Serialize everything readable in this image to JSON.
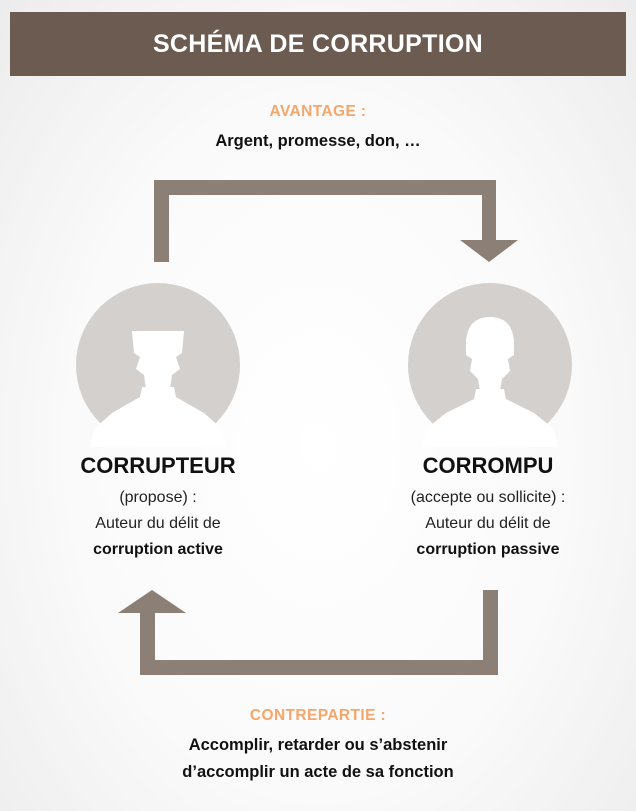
{
  "header": {
    "title": "SCHÉMA DE CORRUPTION"
  },
  "top_flow": {
    "label": "AVANTAGE :",
    "detail": "Argent, promesse, don, …"
  },
  "left_actor": {
    "name": "CORRUPTEUR",
    "role": "(propose) :",
    "line": "Auteur du délit de",
    "emphasis": "corruption active"
  },
  "right_actor": {
    "name": "CORROMPU",
    "role": "(accepte ou sollicite) :",
    "line": "Auteur du délit de",
    "emphasis": "corruption passive"
  },
  "bottom_flow": {
    "label": "CONTREPARTIE :",
    "detail_line1": "Accomplir, retarder ou s’abstenir",
    "detail_line2": "d’accomplir un acte de sa fonction"
  },
  "colors": {
    "banner": "#6b5b51",
    "accent_orange": "#f5a66b",
    "arrow": "#8c7f76",
    "avatar_circle": "#d3d0cd",
    "avatar_figure": "#ffffff"
  },
  "icons": {
    "left_avatar": "person-silhouette-icon",
    "right_avatar": "person-silhouette-icon",
    "top_arrow": "arrow-right-down-icon",
    "bottom_arrow": "arrow-left-up-icon"
  }
}
